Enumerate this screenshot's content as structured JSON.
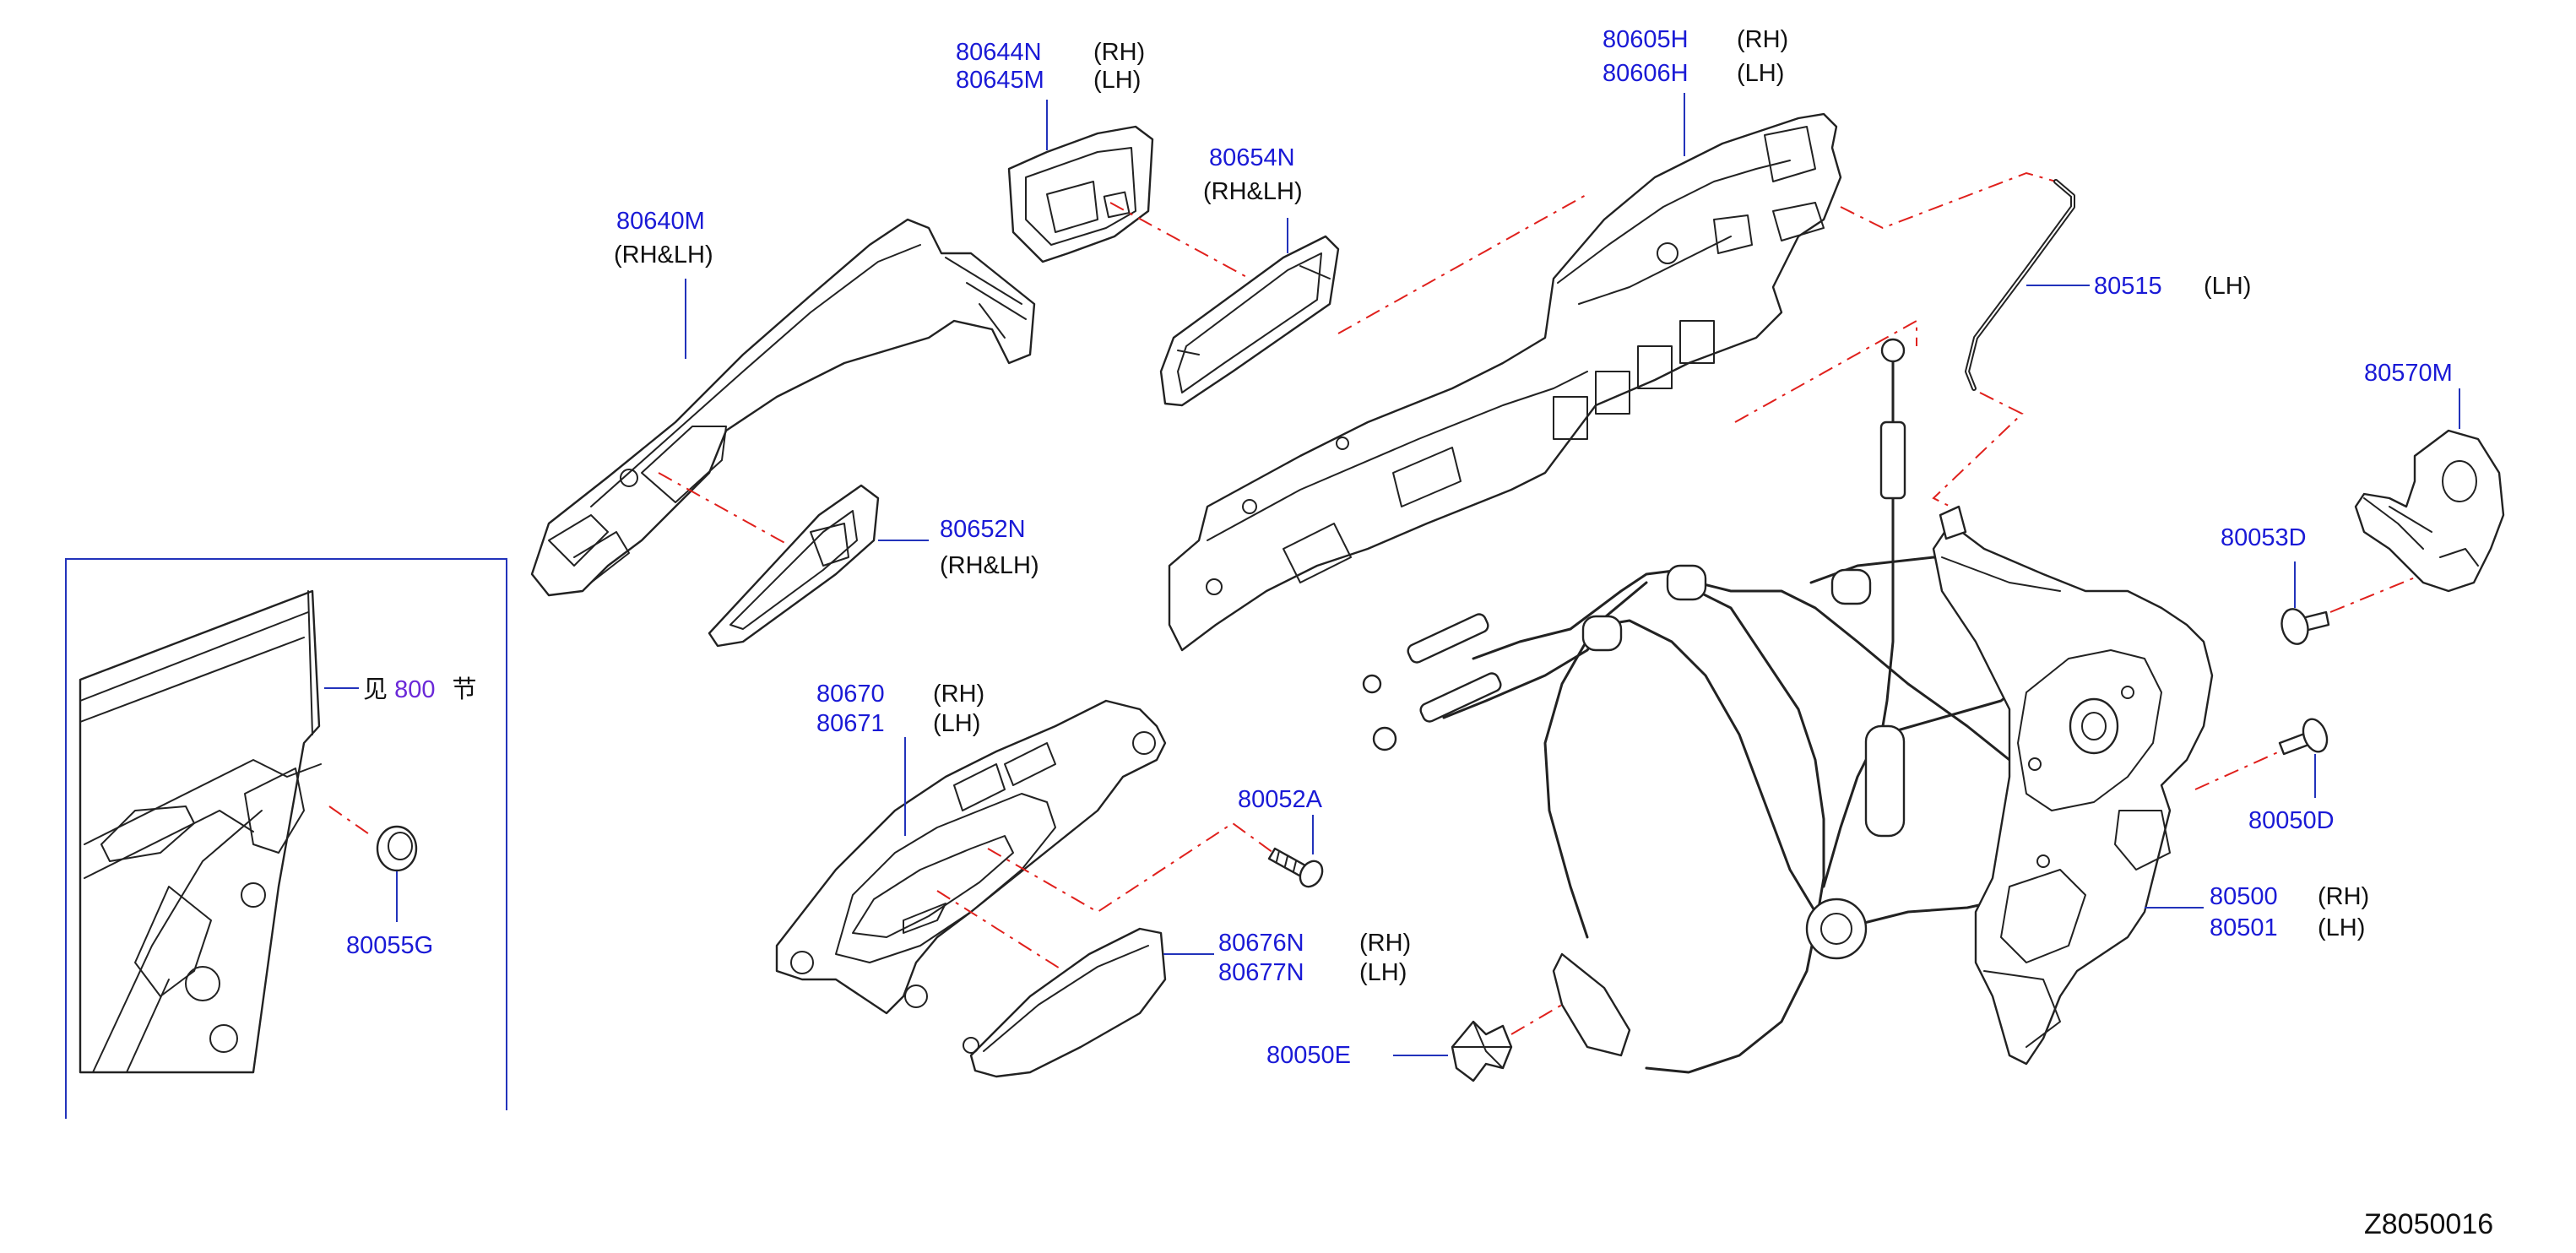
{
  "diagram_code": "Z8050016",
  "colors": {
    "part_number": "#1a1ad6",
    "leader": "#2233bb",
    "phantom_line": "#e0201c",
    "reference": "#6a28d8"
  },
  "callouts": {
    "c80644": {
      "numbers": [
        "80644N",
        "80645M"
      ],
      "sides": [
        "(RH)",
        "(LH)"
      ]
    },
    "c80654": {
      "numbers": [
        "80654N"
      ],
      "sides": [
        "(RH&LH)"
      ]
    },
    "c80640": {
      "numbers": [
        "80640M"
      ],
      "sides": [
        "(RH&LH)"
      ]
    },
    "c80605": {
      "numbers": [
        "80605H",
        "80606H"
      ],
      "sides": [
        "(RH)",
        "(LH)"
      ]
    },
    "c80515": {
      "numbers": [
        "80515"
      ],
      "sides": [
        "(LH)"
      ]
    },
    "c80570": {
      "numbers": [
        "80570M"
      ],
      "sides": []
    },
    "c80053": {
      "numbers": [
        "80053D"
      ],
      "sides": []
    },
    "c80652": {
      "numbers": [
        "80652N"
      ],
      "sides": [
        "(RH&LH)"
      ]
    },
    "c80670": {
      "numbers": [
        "80670",
        "80671"
      ],
      "sides": [
        "(RH)",
        "(LH)"
      ]
    },
    "c80052": {
      "numbers": [
        "80052A"
      ],
      "sides": []
    },
    "c80050D": {
      "numbers": [
        "80050D"
      ],
      "sides": []
    },
    "c80500": {
      "numbers": [
        "80500",
        "80501"
      ],
      "sides": [
        "(RH)",
        "(LH)"
      ]
    },
    "c80676": {
      "numbers": [
        "80676N",
        "80677N"
      ],
      "sides": [
        "(RH)",
        "(LH)"
      ]
    },
    "c80050E": {
      "numbers": [
        "80050E"
      ],
      "sides": []
    },
    "c80055": {
      "numbers": [
        "80055G"
      ],
      "sides": []
    }
  },
  "section_ref": {
    "prefix": "见",
    "number": "800",
    "suffix": "节"
  }
}
